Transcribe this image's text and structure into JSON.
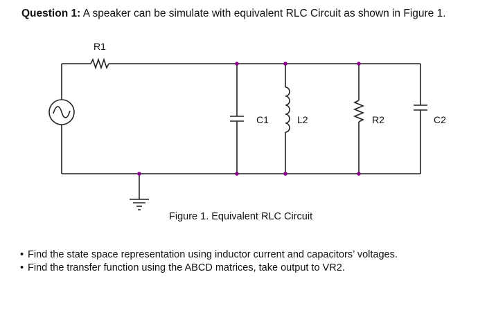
{
  "question": {
    "label": "Question 1:",
    "text": " A speaker can be simulate with equivalent RLC Circuit as shown in Figure 1."
  },
  "circuit": {
    "components": {
      "source": {
        "type": "ac-voltage-source",
        "label": ""
      },
      "r1": {
        "type": "resistor",
        "label": "R1"
      },
      "c1": {
        "type": "capacitor",
        "label": "C1"
      },
      "l2": {
        "type": "inductor",
        "label": "L2"
      },
      "r2": {
        "type": "resistor",
        "label": "R2"
      },
      "c2": {
        "type": "capacitor",
        "label": "C2"
      },
      "ground": {
        "type": "ground",
        "label": ""
      }
    },
    "node_color": "#8B008B",
    "wire_color": "#222222"
  },
  "caption": "Figure 1.  Equivalent RLC Circuit",
  "tasks": [
    {
      "bullet": "•",
      "text": "Find the state space representation using inductor current and capacitors’ voltages."
    },
    {
      "bullet": "•",
      "text": "Find the transfer function using the ABCD matrices, take output to VR2."
    }
  ]
}
